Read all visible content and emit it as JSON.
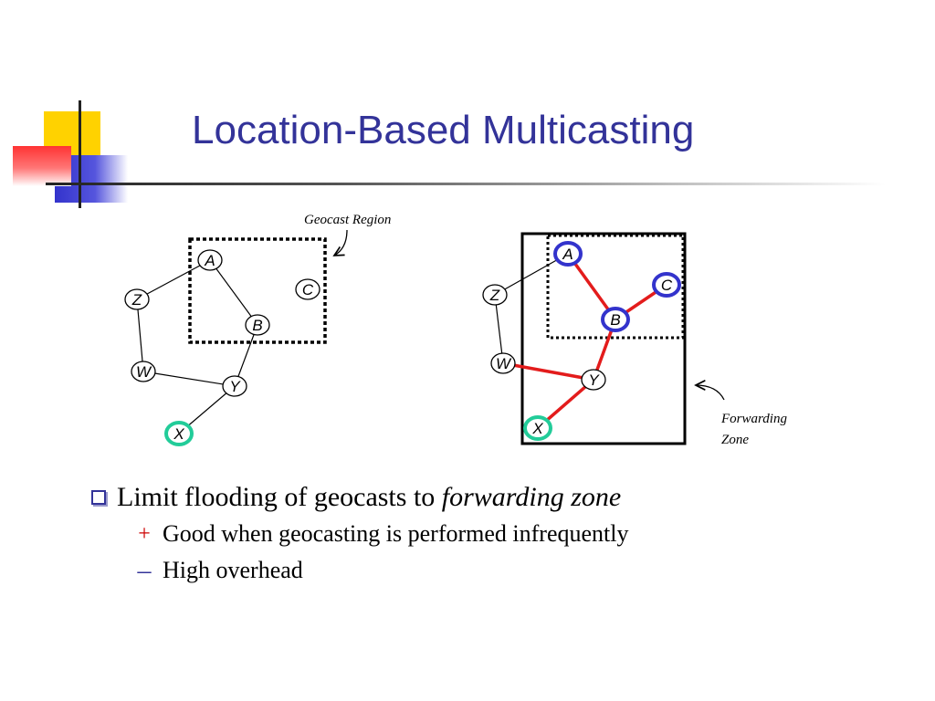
{
  "slide": {
    "title": "Location-Based Multicasting"
  },
  "left_diagram": {
    "region_label": "Geocast Region",
    "nodes": [
      "A",
      "C",
      "Z",
      "B",
      "W",
      "Y",
      "X"
    ]
  },
  "right_diagram": {
    "zone_label_line1": "Forwarding",
    "zone_label_line2": "Zone",
    "nodes": [
      "A",
      "C",
      "Z",
      "B",
      "W",
      "Y",
      "X"
    ]
  },
  "bullets": {
    "main_prefix": "Limit flooding of geocasts to ",
    "main_emphasis": "forwarding zone",
    "sub": [
      {
        "marker": "+",
        "text": "Good when geocasting is performed infrequently"
      },
      {
        "marker": "–",
        "text": "High overhead"
      }
    ]
  },
  "colors": {
    "title": "#333399",
    "flood_edge": "#e31c1c",
    "member_ring": "#3333cc",
    "source_ring": "#22cc99"
  }
}
